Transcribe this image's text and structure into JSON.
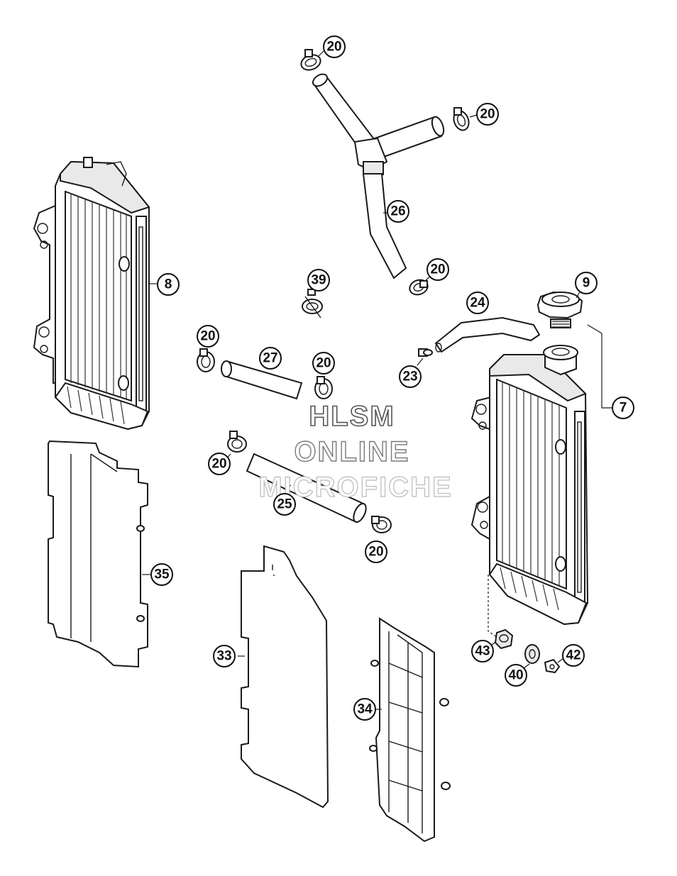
{
  "diagram": {
    "callouts": [
      {
        "label": "20"
      },
      {
        "label": "20"
      },
      {
        "label": "26"
      },
      {
        "label": "20"
      },
      {
        "label": "39"
      },
      {
        "label": "8"
      },
      {
        "label": "9"
      },
      {
        "label": "24"
      },
      {
        "label": "20"
      },
      {
        "label": "27"
      },
      {
        "label": "20"
      },
      {
        "label": "23"
      },
      {
        "label": "7"
      },
      {
        "label": "20"
      },
      {
        "label": "25"
      },
      {
        "label": "20"
      },
      {
        "label": "35"
      },
      {
        "label": "33"
      },
      {
        "label": "43"
      },
      {
        "label": "42"
      },
      {
        "label": "40"
      },
      {
        "label": "34"
      }
    ]
  },
  "watermark": {
    "line1": "HLSM",
    "line2": "ONLINE",
    "line3": "MICROFICHE"
  }
}
